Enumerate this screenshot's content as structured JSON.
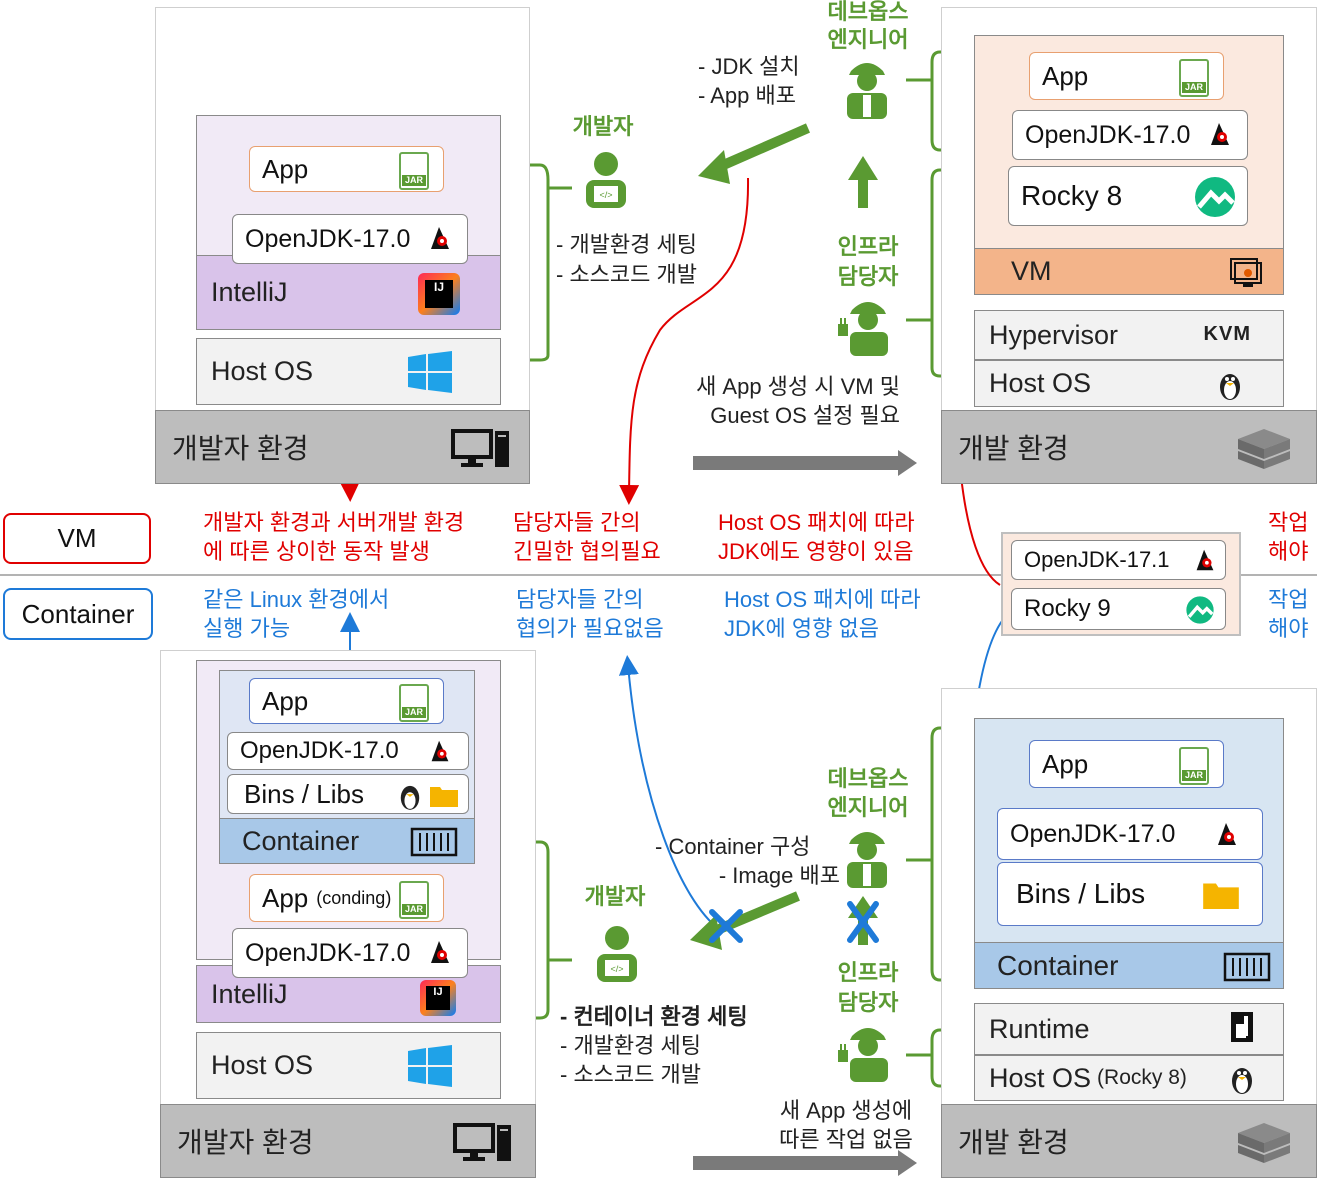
{
  "vm_section": {
    "dev": {
      "app": "App",
      "jdk": "OpenJDK-17.0",
      "ide": "IntelliJ",
      "host_os": "Host OS",
      "env": "개발자 환경"
    },
    "server": {
      "app": "App",
      "jdk": "OpenJDK-17.0",
      "guest_os": "Rocky 8",
      "vm": "VM",
      "hypervisor": "Hypervisor",
      "hypervisor_brand": "KVM",
      "host_os": "Host OS",
      "env": "개발 환경"
    },
    "devops": {
      "title_line1": "데브옵스",
      "title_line2": "엔지니어",
      "task1": "- JDK 설치",
      "task2": "- App 배포"
    },
    "developer": {
      "title": "개발자",
      "task1": "- 개발환경 세팅",
      "task2": "- 소스코드 개발"
    },
    "infra": {
      "title_line1": "인프라",
      "title_line2": "담당자"
    },
    "note": {
      "line1": "새 App 생성 시 VM 및",
      "line2": "Guest OS 설정 필요"
    }
  },
  "middle": {
    "vm_tag": "VM",
    "container_tag": "Container",
    "vm_issues": [
      {
        "line1": "개발자 환경과 서버개발 환경",
        "line2": "에 따른 상이한 동작 발생"
      },
      {
        "line1": "담당자들 간의",
        "line2": "긴밀한 협의필요"
      },
      {
        "line1": "Host OS 패치에 따라",
        "line2": "JDK에도 영향이 있음"
      },
      {
        "line1": "작업",
        "line2": "해야"
      }
    ],
    "container_benefits": [
      {
        "line1": "같은 Linux 환경에서",
        "line2": "실행 가능"
      },
      {
        "line1": "담당자들 간의",
        "line2": "협의가 필요없음"
      },
      {
        "line1": "Host OS 패치에 따라",
        "line2": "JDK에 영향 없음"
      },
      {
        "line1": "작업",
        "line2": "해야"
      }
    ],
    "popup": {
      "jdk": "OpenJDK-17.1",
      "os": "Rocky 9"
    }
  },
  "container_section": {
    "dev": {
      "app": "App",
      "jdk": "OpenJDK-17.0",
      "libs": "Bins / Libs",
      "container": "Container",
      "app2": "App",
      "app2_note": "(conding)",
      "jdk2": "OpenJDK-17.0",
      "ide": "IntelliJ",
      "host_os": "Host OS",
      "env": "개발자 환경"
    },
    "server": {
      "app": "App",
      "jdk": "OpenJDK-17.0",
      "libs": "Bins / Libs",
      "container": "Container",
      "runtime": "Runtime",
      "host_os": "Host OS",
      "host_os_note": "(Rocky 8)",
      "env": "개발 환경"
    },
    "devops": {
      "title_line1": "데브옵스",
      "title_line2": "엔지니어",
      "task1": "- Container 구성",
      "task2": "- Image 배포"
    },
    "developer": {
      "title": "개발자",
      "task0": "- 컨테이너 환경 세팅",
      "task1": "- 개발환경 세팅",
      "task2": "- 소스코드 개발"
    },
    "infra": {
      "title_line1": "인프라",
      "title_line2": "담당자"
    },
    "note": {
      "line1": "새 App 생성에",
      "line2": "따른 작업 없음"
    }
  },
  "colors": {
    "green": "#5a9a32",
    "red": "#e00000",
    "blue": "#1e7ad8",
    "ide_purple": "#d9c3ea",
    "panel_lavender": "#f1eaf6",
    "vm_orange": "#f3b48a",
    "server_peach": "#fbe9df",
    "container_blue": "#a8c8e8",
    "server_lightblue": "#d7e5f2",
    "env_gray": "#bdbdbd"
  }
}
